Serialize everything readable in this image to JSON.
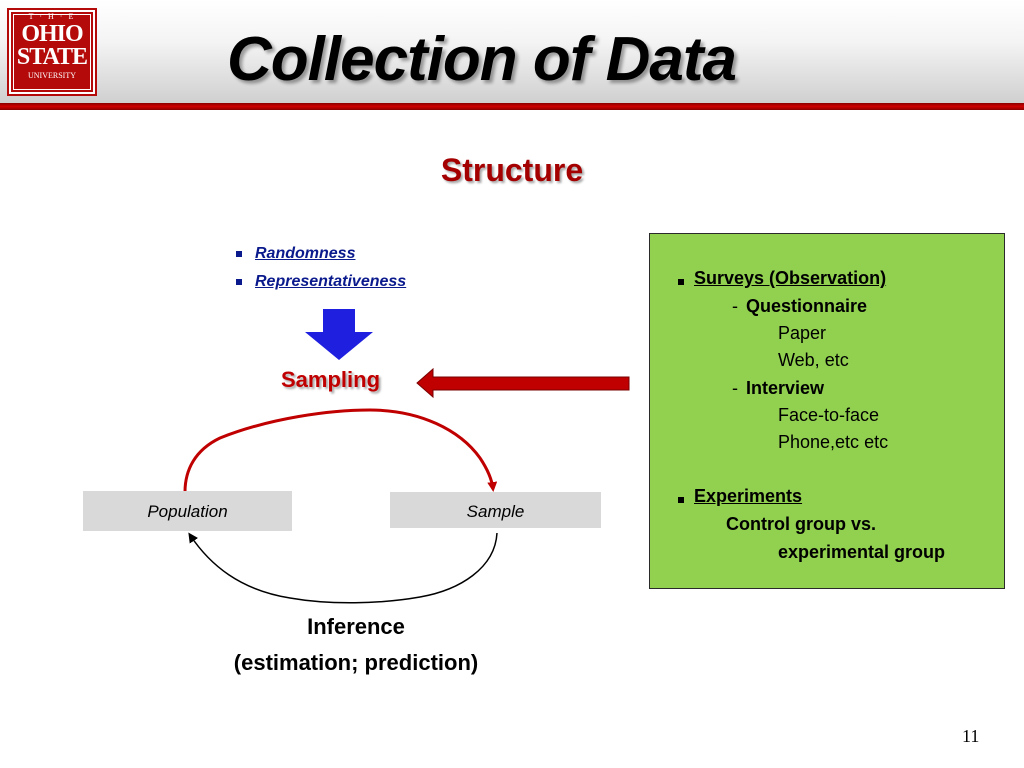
{
  "logo": {
    "line1": "T · H · E",
    "line2": "OHIO",
    "line3": "STATE",
    "line4": "UNIVERSITY"
  },
  "title": "Collection of Data",
  "subtitle": "Structure",
  "bullets": [
    "Randomness",
    "Representativeness"
  ],
  "sampling_label": "Sampling",
  "population_label": "Population",
  "sample_label": "Sample",
  "inference": {
    "line1": "Inference",
    "line2": "(estimation; prediction)"
  },
  "green_box": {
    "surveys": "Surveys (Observation)",
    "dash": "-",
    "questionnaire": "Questionnaire",
    "paper": "Paper",
    "web": "Web, etc",
    "interview": "Interview",
    "face": "Face-to-face",
    "phone": "Phone,etc etc",
    "experiments": "Experiments",
    "control": "Control group vs.",
    "experimental": "experimental group"
  },
  "page_number": "11",
  "colors": {
    "title_red": "#a50000",
    "rule_red": "#c00000",
    "bullet_blue": "#0a1a8c",
    "arrow_blue": "#1f1fe0",
    "green_fill": "#92d050",
    "box_gray": "#d9d9d9"
  }
}
